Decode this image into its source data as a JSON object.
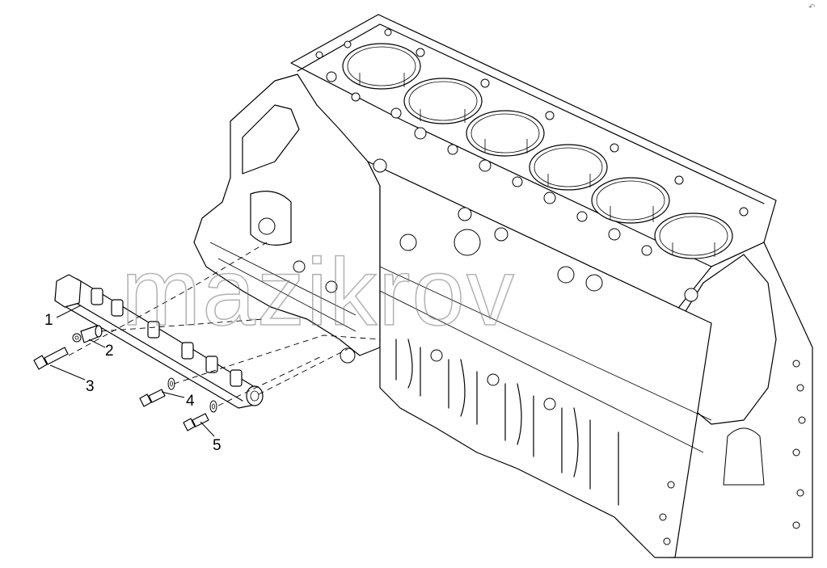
{
  "watermark": "mazikrov",
  "corner_mark": "↶",
  "callouts": [
    {
      "label": "1"
    },
    {
      "label": "2"
    },
    {
      "label": "3"
    },
    {
      "label": "4"
    },
    {
      "label": "5"
    }
  ]
}
